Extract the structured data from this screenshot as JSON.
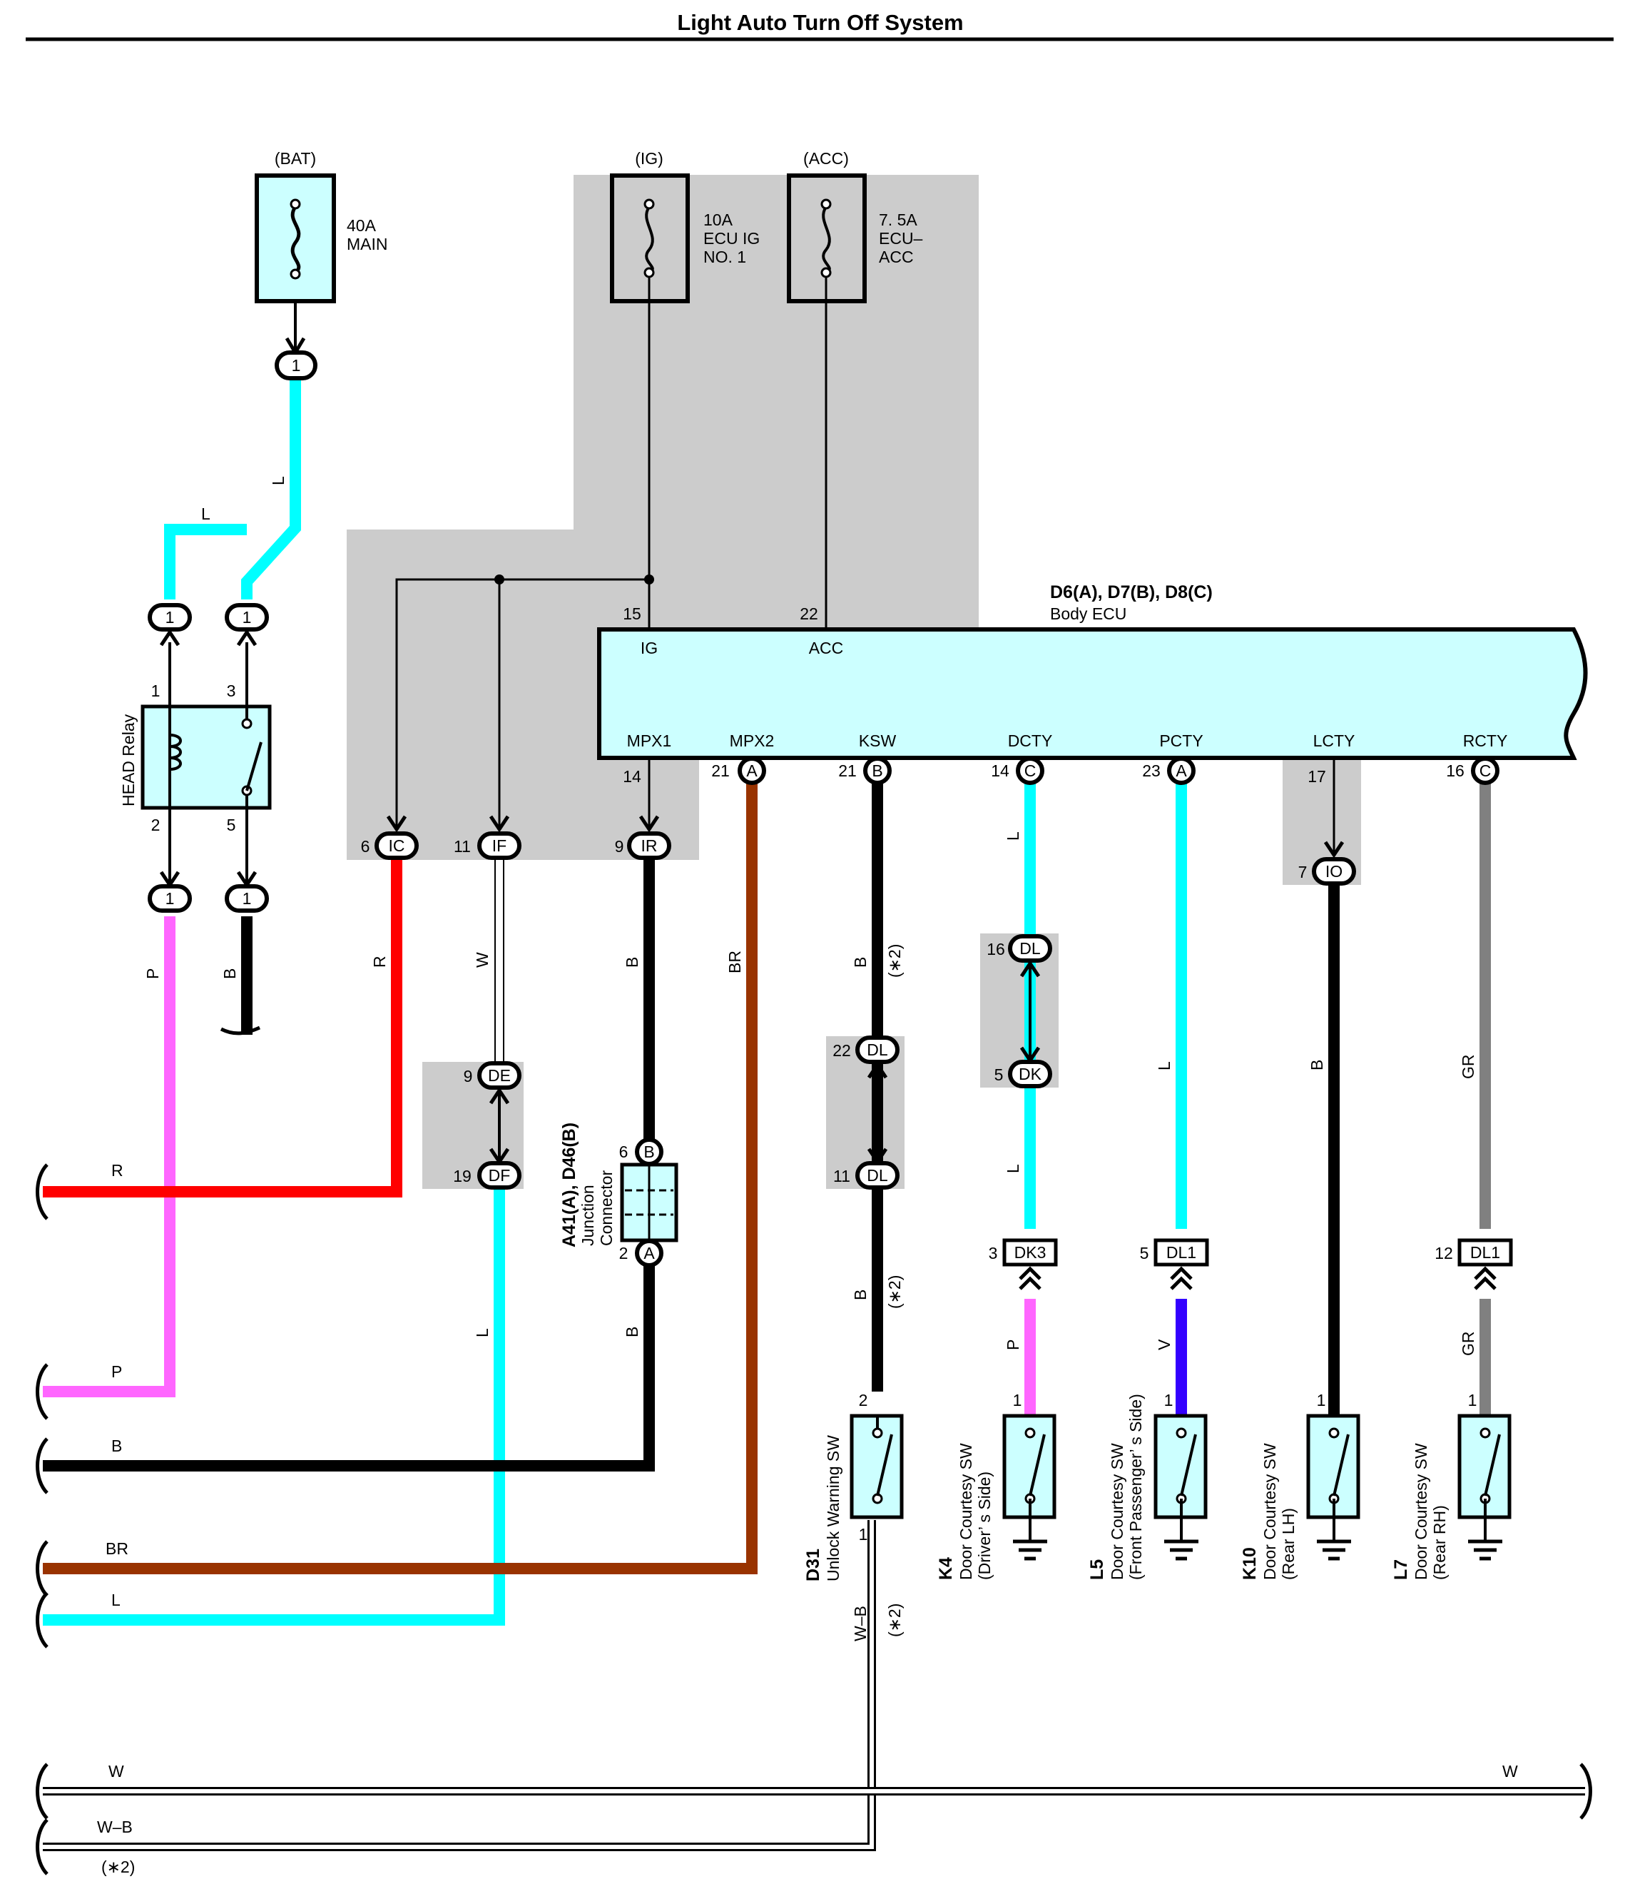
{
  "title": "Light Auto Turn Off System",
  "sources": {
    "bat": {
      "label": "(BAT)",
      "fuse_line1": "40A",
      "fuse_line2": "MAIN"
    },
    "ig": {
      "label": "(IG)",
      "fuse_line1": "10A",
      "fuse_line2": "ECU IG",
      "fuse_line3": "NO. 1"
    },
    "acc": {
      "label": "(ACC)",
      "fuse_line1": "7. 5A",
      "fuse_line2": "ECU–",
      "fuse_line3": "ACC"
    }
  },
  "ecu": {
    "code": "D6(A), D7(B), D8(C)",
    "name": "Body ECU",
    "top_terminals": [
      {
        "pin": "15",
        "name": "IG"
      },
      {
        "pin": "22",
        "name": "ACC"
      }
    ],
    "bottom_terminals": [
      {
        "pin": "14",
        "conn": "",
        "name": "MPX1"
      },
      {
        "pin": "21",
        "conn": "A",
        "name": "MPX2"
      },
      {
        "pin": "21",
        "conn": "B",
        "name": "KSW"
      },
      {
        "pin": "14",
        "conn": "C",
        "name": "DCTY"
      },
      {
        "pin": "23",
        "conn": "A",
        "name": "PCTY"
      },
      {
        "pin": "17",
        "conn": "",
        "name": "LCTY"
      },
      {
        "pin": "16",
        "conn": "C",
        "name": "RCTY"
      }
    ]
  },
  "relay": {
    "name": "HEAD Relay",
    "pins": {
      "p1": "1",
      "p2": "2",
      "p3": "3",
      "p5": "5"
    },
    "conn": "1"
  },
  "connectors": {
    "bat_out": "1",
    "ic": {
      "pin": "6",
      "name": "IC"
    },
    "if": {
      "pin": "11",
      "name": "IF"
    },
    "ir": {
      "pin": "9",
      "name": "IR"
    },
    "io": {
      "pin": "7",
      "name": "IO"
    },
    "de": {
      "pin": "9",
      "name": "DE"
    },
    "df": {
      "pin": "19",
      "name": "DF"
    },
    "dl_ksw_top": {
      "pin": "22",
      "name": "DL"
    },
    "dl_ksw_bot": {
      "pin": "11",
      "name": "DL"
    },
    "dl_dcty": {
      "pin": "16",
      "name": "DL"
    },
    "dk_dcty": {
      "pin": "5",
      "name": "DK"
    },
    "dk3": {
      "pin": "3",
      "name": "DK3"
    },
    "dl1_p": {
      "pin": "5",
      "name": "DL1"
    },
    "dl1_r": {
      "pin": "12",
      "name": "DL1"
    }
  },
  "junction": {
    "code": "A41(A), D46(B)",
    "line1": "Junction",
    "line2": "Connector",
    "pin_b": "6",
    "conn_b": "B",
    "pin_a": "2",
    "conn_a": "A"
  },
  "wires": {
    "l": "L",
    "p": "P",
    "b": "B",
    "r": "R",
    "w": "W",
    "br": "BR",
    "gr": "GR",
    "v": "V",
    "wb": "W–B",
    "note": "(∗2)"
  },
  "switches": [
    {
      "code": "D31",
      "line1": "Unlock Warning SW",
      "line2": "",
      "pin_top": "2",
      "pin_bot": "1"
    },
    {
      "code": "K4",
      "line1": "Door Courtesy SW",
      "line2": "(Driver’ s Side)",
      "pin_top": "1"
    },
    {
      "code": "L5",
      "line1": "Door Courtesy SW",
      "line2": "(Front Passenger’ s Side)",
      "pin_top": "1"
    },
    {
      "code": "K10",
      "line1": "Door Courtesy SW",
      "line2": "(Rear LH)",
      "pin_top": "1"
    },
    {
      "code": "L7",
      "line1": "Door Courtesy SW",
      "line2": "(Rear RH)",
      "pin_top": "1"
    }
  ],
  "colors": {
    "cyan": "#00FFFF",
    "pink": "#FF66FF",
    "red": "#FF0000",
    "brown": "#993300",
    "gray": "#808080",
    "violet": "#3300FF",
    "black": "#000000",
    "shade": "#CCCCCC",
    "component_fill": "#CCFFFF"
  }
}
